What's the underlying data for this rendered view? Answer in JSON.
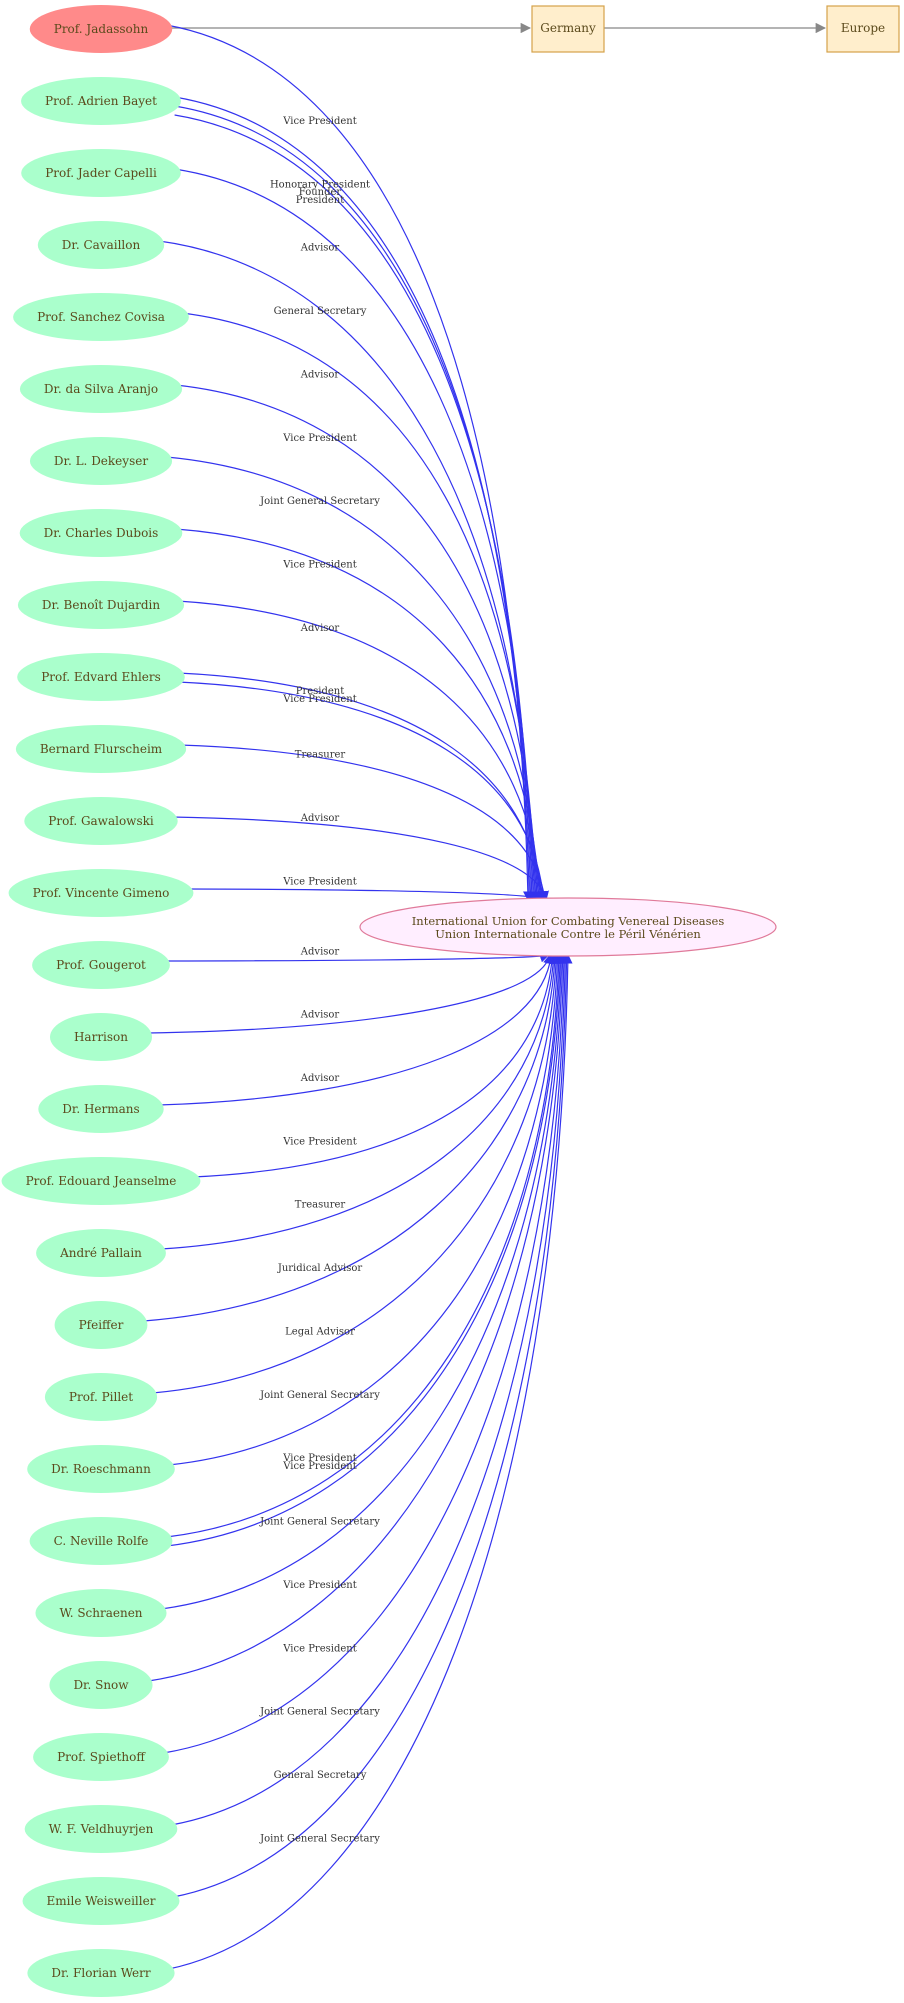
{
  "colors": {
    "person_fill": "#aaffcc",
    "highlight_fill": "#ff8a8a",
    "place_fill": "#ffeecc",
    "place_stroke": "#d4a24a",
    "center_fill": "#ffeeff",
    "center_stroke": "#e07a9a",
    "edge_blue": "#3333ee",
    "edge_gray": "#888888"
  },
  "center": {
    "line1": "International Union for Combating Venereal Diseases",
    "line2": "Union Internationale Contre le Péril Vénérien"
  },
  "places": [
    {
      "label": "Germany"
    },
    {
      "label": "Europe"
    }
  ],
  "people": [
    {
      "name": "Prof. Jadassohn",
      "highlight": true
    },
    {
      "name": "Prof. Adrien Bayet"
    },
    {
      "name": "Prof. Jader Capelli"
    },
    {
      "name": "Dr. Cavaillon"
    },
    {
      "name": "Prof. Sanchez Covisa"
    },
    {
      "name": "Dr. da Silva Aranjo"
    },
    {
      "name": "Dr. L. Dekeyser"
    },
    {
      "name": "Dr. Charles Dubois"
    },
    {
      "name": "Dr. Benoît Dujardin"
    },
    {
      "name": "Prof. Edvard Ehlers"
    },
    {
      "name": "Bernard Flurscheim"
    },
    {
      "name": "Prof. Gawalowski"
    },
    {
      "name": "Prof. Vincente Gimeno"
    },
    {
      "name": "Prof. Gougerot"
    },
    {
      "name": "Harrison"
    },
    {
      "name": "Dr. Hermans"
    },
    {
      "name": "Prof. Edouard Jeanselme"
    },
    {
      "name": "André Pallain"
    },
    {
      "name": "Pfeiffer"
    },
    {
      "name": "Prof. Pillet"
    },
    {
      "name": "Dr. Roeschmann"
    },
    {
      "name": "C. Neville Rolfe"
    },
    {
      "name": "W. Schraenen"
    },
    {
      "name": "Dr. Snow"
    },
    {
      "name": "Prof. Spiethoff"
    },
    {
      "name": "W. F. Veldhuyrjen"
    },
    {
      "name": "Emile Weisweiller"
    },
    {
      "name": "Dr. Florian Werr"
    }
  ],
  "roles": [
    {
      "from": 0,
      "role": "Vice President"
    },
    {
      "from": 1,
      "role": "Honorary President"
    },
    {
      "from": 1,
      "role": "Founder"
    },
    {
      "from": 1,
      "role": "President"
    },
    {
      "from": 2,
      "role": "Advisor"
    },
    {
      "from": 3,
      "role": "General Secretary"
    },
    {
      "from": 4,
      "role": "Advisor"
    },
    {
      "from": 5,
      "role": "Vice President"
    },
    {
      "from": 6,
      "role": "Joint General Secretary"
    },
    {
      "from": 7,
      "role": "Vice President"
    },
    {
      "from": 8,
      "role": "Advisor"
    },
    {
      "from": 9,
      "role": "President"
    },
    {
      "from": 9,
      "role": "Vice President"
    },
    {
      "from": 10,
      "role": "Treasurer"
    },
    {
      "from": 11,
      "role": "Advisor"
    },
    {
      "from": 12,
      "role": "Vice President"
    },
    {
      "from": 13,
      "role": "Advisor"
    },
    {
      "from": 14,
      "role": "Advisor"
    },
    {
      "from": 15,
      "role": "Advisor"
    },
    {
      "from": 16,
      "role": "Vice President"
    },
    {
      "from": 17,
      "role": "Treasurer"
    },
    {
      "from": 18,
      "role": "Juridical Advisor"
    },
    {
      "from": 19,
      "role": "Legal Advisor"
    },
    {
      "from": 20,
      "role": "Joint General Secretary"
    },
    {
      "from": 21,
      "role": "Vice President"
    },
    {
      "from": 21,
      "role": "Vice President"
    },
    {
      "from": 22,
      "role": "Joint General Secretary"
    },
    {
      "from": 23,
      "role": "Vice President"
    },
    {
      "from": 24,
      "role": "Vice President"
    },
    {
      "from": 25,
      "role": "Joint General Secretary"
    },
    {
      "from": 26,
      "role": "General Secretary"
    },
    {
      "from": 27,
      "role": "Joint General Secretary"
    }
  ]
}
